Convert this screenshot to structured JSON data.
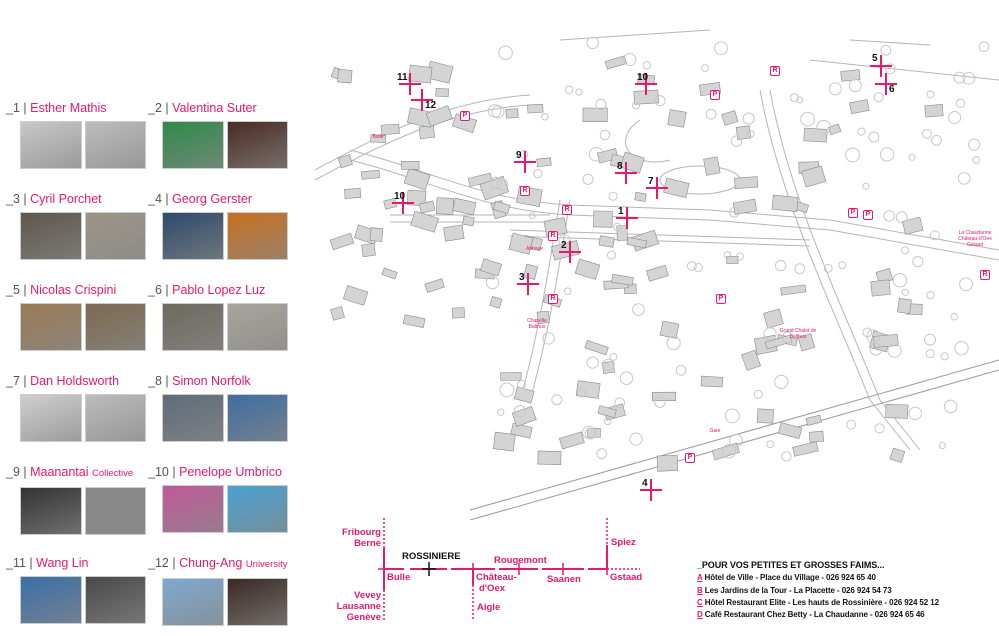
{
  "artists": [
    {
      "num": "_1 | ",
      "name": "Esther Mathis",
      "thumbs": [
        "#c8c8c8",
        "#bdbdbd"
      ]
    },
    {
      "num": "_2 | ",
      "name": "Valentina Suter",
      "thumbs": [
        "#2f8a4a",
        "#4a2c22"
      ]
    },
    {
      "num": "_3 | ",
      "name": "Cyril Porchet",
      "thumbs": [
        "#5e574c",
        "#9c9588"
      ]
    },
    {
      "num": "_4 | ",
      "name": "Georg Gerster",
      "thumbs": [
        "#2d4a6a",
        "#c7701e"
      ]
    },
    {
      "num": "_5 | ",
      "name": "Nicolas Crispini",
      "thumbs": [
        "#9a7a55",
        "#7d6a50"
      ]
    },
    {
      "num": "_6 | ",
      "name": "Pablo Lopez Luz",
      "thumbs": [
        "#6d6a5e",
        "#a8a59a"
      ]
    },
    {
      "num": "_7 | ",
      "name": "Dan Holdsworth",
      "thumbs": [
        "#cfcfcf",
        "#bcbcbc"
      ]
    },
    {
      "num": "_8 | ",
      "name": "Simon Norfolk",
      "thumbs": [
        "#5f6d7a",
        "#3f6ea0"
      ]
    },
    {
      "num": "_9 | ",
      "name": "Maanantai",
      "suffix": "Collective",
      "thumbs": [
        "#333333",
        "#888888"
      ]
    },
    {
      "num": "_10 | ",
      "name": "Penelope Umbrico",
      "thumbs": [
        "#c05a9a",
        "#4aa0d0"
      ]
    },
    {
      "num": "_11 | ",
      "name": "Wang Lin",
      "thumbs": [
        "#3a6fa8",
        "#4a4a4a"
      ]
    },
    {
      "num": "_12 | ",
      "name": "Chung-Ang",
      "suffix": "University",
      "thumbs": [
        "#7fa9cf",
        "#3a2a22"
      ]
    }
  ],
  "map": {
    "markers": [
      "1",
      "2",
      "3",
      "4",
      "5",
      "6",
      "7",
      "8",
      "9",
      "10",
      "10",
      "11",
      "12"
    ],
    "labels": {
      "bulle": "Bulle",
      "abbaye": "Abbaye",
      "chapelle": "Chapelle Balthus",
      "chalet": "Grand Chalet de Balthus",
      "gare": "Gare",
      "chaudanne": "La Chaudanne Château-d'Oex Gstaad"
    },
    "icons": {
      "parking": "P",
      "restaurant": "R"
    }
  },
  "transport": {
    "main": "ROSSINIERE",
    "stops": [
      "Fribourg",
      "Berne",
      "Bulle",
      "Vevey",
      "Lausanne",
      "Genève",
      "Château-",
      "d'Oex",
      "Aigle",
      "Rougemont",
      "Saanen",
      "Spiez",
      "Gstaad"
    ]
  },
  "restaurants": {
    "title": "_POUR VOS PETITES ET GROSSES FAIMS...",
    "items": [
      {
        "letter": "A",
        "text": " Hôtel de Ville - Place du Village - 026 924 65 40"
      },
      {
        "letter": "B",
        "text": " Les Jardins de la Tour - La Placette - 026 924 54 73"
      },
      {
        "letter": "C",
        "text": " Hôtel Restaurant Elite - Les hauts de Rossinière - 026 924 52 12"
      },
      {
        "letter": "D",
        "text": " Café Restaurant Chez Betty - La Chaudanne - 026 924 65 46"
      }
    ]
  },
  "colors": {
    "accent": "#e6186f"
  }
}
